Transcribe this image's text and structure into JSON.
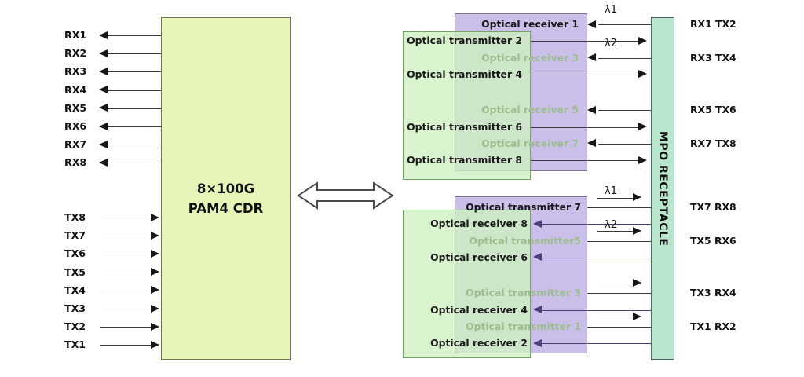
{
  "diagram": {
    "title": "8x100G PAM4 CDR optical module block diagram"
  },
  "cdr": {
    "line1": "8×100G",
    "line2": "PAM4 CDR"
  },
  "host_rx_pins": [
    "RX1",
    "RX2",
    "RX3",
    "RX4",
    "RX5",
    "RX6",
    "RX7",
    "RX8"
  ],
  "host_tx_pins": [
    "TX8",
    "TX7",
    "TX6",
    "TX5",
    "TX4",
    "TX3",
    "TX2",
    "TX1"
  ],
  "upper_block": {
    "rows": [
      {
        "label": "Optical receiver 1",
        "kind": "receiver",
        "style": "dark",
        "align": "right"
      },
      {
        "label": "Optical transmitter 2",
        "kind": "transmitter",
        "style": "dark",
        "align": "left"
      },
      {
        "label": "Optical receiver 3",
        "kind": "receiver",
        "style": "faded",
        "align": "right"
      },
      {
        "label": "Optical transmitter 4",
        "kind": "transmitter",
        "style": "dark",
        "align": "left"
      },
      {
        "label": "Optical receiver 5",
        "kind": "receiver",
        "style": "faded",
        "align": "right"
      },
      {
        "label": "Optical transmitter 6",
        "kind": "transmitter",
        "style": "dark",
        "align": "left"
      },
      {
        "label": "Optical receiver 7",
        "kind": "receiver",
        "style": "faded",
        "align": "right"
      },
      {
        "label": "Optical transmitter 8",
        "kind": "transmitter",
        "style": "dark",
        "align": "left"
      }
    ]
  },
  "lower_block": {
    "rows": [
      {
        "label": "Optical transmitter 7",
        "kind": "transmitter",
        "style": "dark",
        "align": "right"
      },
      {
        "label": "Optical receiver 8",
        "kind": "receiver",
        "style": "dark",
        "align": "left"
      },
      {
        "label": "Optical transmitter5",
        "kind": "transmitter",
        "style": "faded",
        "align": "right"
      },
      {
        "label": "Optical receiver 6",
        "kind": "receiver",
        "style": "dark",
        "align": "left"
      },
      {
        "label": "Optical transmitter 3",
        "kind": "transmitter",
        "style": "faded",
        "align": "right"
      },
      {
        "label": "Optical receiver 4",
        "kind": "receiver",
        "style": "dark",
        "align": "left"
      },
      {
        "label": "Optical transmitter 1",
        "kind": "transmitter",
        "style": "faded",
        "align": "right"
      },
      {
        "label": "Optical receiver 2",
        "kind": "receiver",
        "style": "dark",
        "align": "left"
      }
    ]
  },
  "wavelengths": {
    "upper": [
      "λ1",
      "λ2"
    ],
    "lower": [
      "λ1",
      "λ2"
    ]
  },
  "mpo": {
    "label": "MPO RECEPTACLE",
    "upper_pairs": [
      "RX1  TX2",
      "RX3  TX4",
      "RX5  TX6",
      "RX7  TX8"
    ],
    "lower_pairs": [
      "TX7  RX8",
      "TX5  RX6",
      "TX3  RX4",
      "TX1  RX2"
    ]
  },
  "colors": {
    "cdr_fill": "#e6f5b8",
    "receiver_purple": "#c9bfe9",
    "transmitter_green": "#cef0c0",
    "mpo_green": "#b7e6cc",
    "line": "#3b3b3b",
    "line_purple": "#4b3f7a"
  }
}
